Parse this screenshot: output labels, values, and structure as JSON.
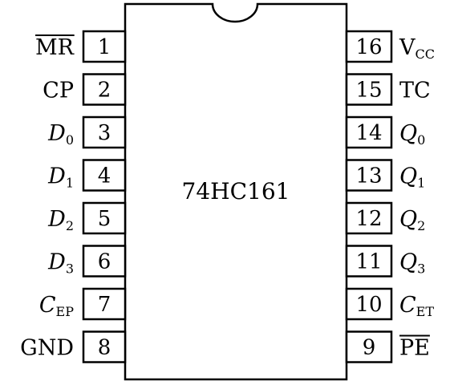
{
  "chip": {
    "name": "74HC161"
  },
  "pins_left": [
    {
      "number": "1",
      "base": "MR",
      "sub": "",
      "italic": false,
      "overline": true
    },
    {
      "number": "2",
      "base": "CP",
      "sub": "",
      "italic": false,
      "overline": false
    },
    {
      "number": "3",
      "base": "D",
      "sub": "0",
      "italic": true,
      "overline": false
    },
    {
      "number": "4",
      "base": "D",
      "sub": "1",
      "italic": true,
      "overline": false
    },
    {
      "number": "5",
      "base": "D",
      "sub": "2",
      "italic": true,
      "overline": false
    },
    {
      "number": "6",
      "base": "D",
      "sub": "3",
      "italic": true,
      "overline": false
    },
    {
      "number": "7",
      "base": "C",
      "sub": "EP",
      "italic": true,
      "overline": false
    },
    {
      "number": "8",
      "base": "GND",
      "sub": "",
      "italic": false,
      "overline": false
    }
  ],
  "pins_right": [
    {
      "number": "16",
      "base": "V",
      "sub": "CC",
      "italic": false,
      "overline": false
    },
    {
      "number": "15",
      "base": "TC",
      "sub": "",
      "italic": false,
      "overline": false
    },
    {
      "number": "14",
      "base": "Q",
      "sub": "0",
      "italic": true,
      "overline": false
    },
    {
      "number": "13",
      "base": "Q",
      "sub": "1",
      "italic": true,
      "overline": false
    },
    {
      "number": "12",
      "base": "Q",
      "sub": "2",
      "italic": true,
      "overline": false
    },
    {
      "number": "11",
      "base": "Q",
      "sub": "3",
      "italic": true,
      "overline": false
    },
    {
      "number": "10",
      "base": "C",
      "sub": "ET",
      "italic": true,
      "overline": false
    },
    {
      "number": "9",
      "base": "PE",
      "sub": "",
      "italic": false,
      "overline": true
    }
  ]
}
